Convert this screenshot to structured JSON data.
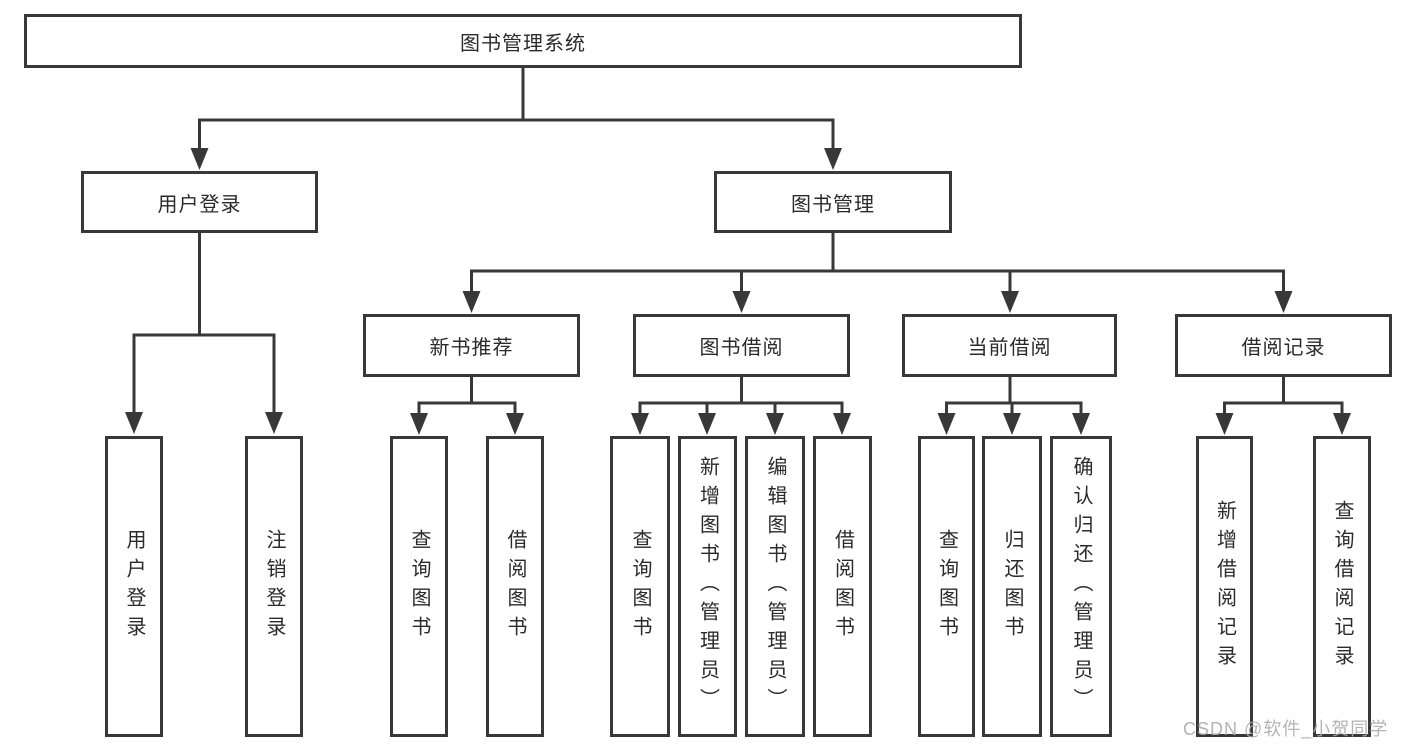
{
  "tree": {
    "root": {
      "label": "图书管理系统"
    },
    "branches": [
      {
        "label": "用户登录",
        "children": [
          {
            "label": "用户登录"
          },
          {
            "label": "注销登录"
          }
        ]
      },
      {
        "label": "图书管理",
        "children": [
          {
            "label": "新书推荐",
            "children": [
              {
                "label": "查询图书"
              },
              {
                "label": "借阅图书"
              }
            ]
          },
          {
            "label": "图书借阅",
            "children": [
              {
                "label": "查询图书"
              },
              {
                "label": "新增图书（管理员）"
              },
              {
                "label": "编辑图书（管理员）"
              },
              {
                "label": "借阅图书"
              }
            ]
          },
          {
            "label": "当前借阅",
            "children": [
              {
                "label": "查询图书"
              },
              {
                "label": "归还图书"
              },
              {
                "label": "确认归还（管理员）"
              }
            ]
          },
          {
            "label": "借阅记录",
            "children": [
              {
                "label": "新增借阅记录"
              },
              {
                "label": "查询借阅记录"
              }
            ]
          }
        ]
      }
    ]
  },
  "watermark": {
    "text": "CSDN @软件_小贺同学"
  },
  "colors": {
    "line": "#383838",
    "box_border": "#383838",
    "text": "#2b2b2b",
    "watermark": "#acacac",
    "background": "#ffffff"
  }
}
